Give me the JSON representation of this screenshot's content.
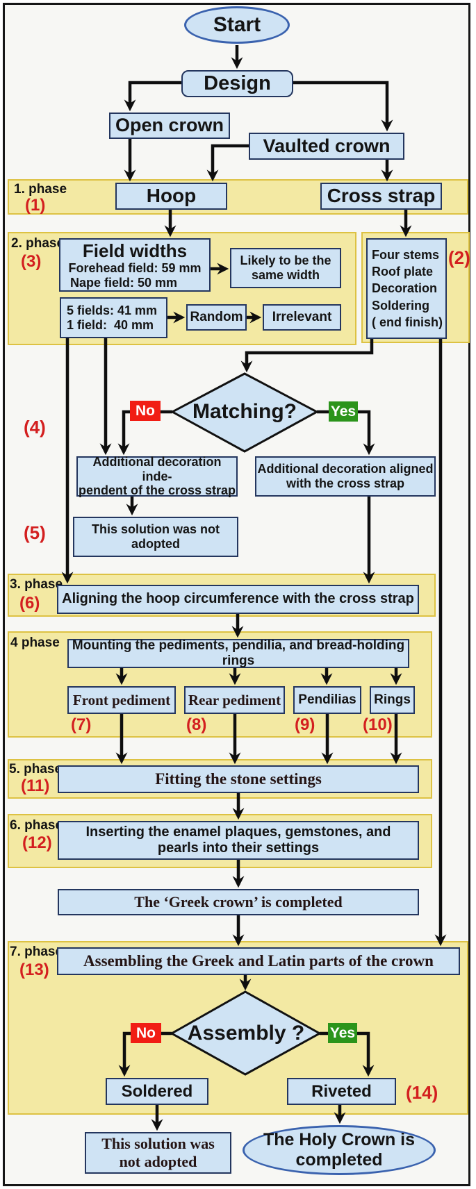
{
  "diagram_title": "Construction phases of the Holy Crown flowchart",
  "phases": {
    "p1": {
      "label": "1. phase",
      "ref": "(1)"
    },
    "p2": {
      "label": "2. phase",
      "ref": "(3)"
    },
    "p3": {
      "label": "3. phase",
      "ref": "(6)"
    },
    "p4": {
      "label": "4 phase"
    },
    "p5": {
      "label": "5. phase",
      "ref": "(11)"
    },
    "p6": {
      "label": "6. phase",
      "ref": "(12)"
    },
    "p7": {
      "label": "7. phase",
      "ref": "(13)"
    }
  },
  "refs": {
    "r2": "(2)",
    "r4": "(4)",
    "r5": "(5)",
    "r7": "(7)",
    "r8": "(8)",
    "r9": "(9)",
    "r10": "(10)",
    "r14": "(14)"
  },
  "nodes": {
    "start": "Start",
    "design": "Design",
    "open_crown": "Open crown",
    "vaulted_crown": "Vaulted crown",
    "hoop": "Hoop",
    "cross_strap": "Cross strap",
    "field_widths": {
      "title": "Field widths",
      "line1": "Forehead field: 59 mm",
      "line2": "Nape field: 50 mm"
    },
    "likely": {
      "line1": "Likely to be the",
      "line2": "same width"
    },
    "fields": {
      "line1": "5 fields: 41 mm",
      "line2": "1 field:  40 mm"
    },
    "random": "Random",
    "irrelevant": "Irrelevant",
    "four_stems": {
      "line1": "Four stems",
      "line2": "Roof plate",
      "line3": "Decoration",
      "line4": "Soldering",
      "line5": "( end finish)"
    },
    "matching": "Matching?",
    "no1": "No",
    "yes1": "Yes",
    "add_independent": {
      "line1": "Additional decoration inde-",
      "line2": "pendent of the cross strap"
    },
    "add_aligned": {
      "line1": "Additional decoration aligned",
      "line2": "with the cross strap"
    },
    "not_adopted1": {
      "line1": "This solution was not",
      "line2": "adopted"
    },
    "aligning": "Aligning the hoop circumference with the cross strap",
    "mounting": "Mounting the pediments, pendilia, and bread-holding rings",
    "front_pediment": "Front pediment",
    "rear_pediment": "Rear pediment",
    "pendilias": "Pendilias",
    "rings": "Rings",
    "fitting": "Fitting the stone settings",
    "inserting": {
      "line1": "Inserting the enamel plaques, gemstones, and",
      "line2": "pearls into their settings"
    },
    "greek_done": "The ‘Greek crown’ is completed",
    "assembling": "Assembling the Greek and Latin parts of the crown",
    "assembly": "Assembly ?",
    "no2": "No",
    "yes2": "Yes",
    "soldered": "Soldered",
    "riveted": "Riveted",
    "not_adopted2": {
      "line1": "This solution was",
      "line2": "not adopted"
    },
    "holy_done": {
      "line1": "The Holy Crown is",
      "line2": "completed"
    }
  },
  "colors": {
    "band_fill": "#f3e9a3",
    "band_border": "#ddc243",
    "box_fill": "#cfe3f4",
    "box_border": "#24365e",
    "no_red": "#f11d14",
    "yes_green": "#2b941b",
    "ref_red": "#d31f1f",
    "line_black": "#0e0e0e"
  }
}
